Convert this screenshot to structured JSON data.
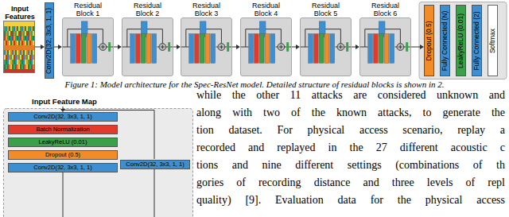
{
  "diagram": {
    "caption": "Figure 1: Model architecture for the Spec-ResNet model. Detailed structure of residual blocks is shown in 2.",
    "nodes": [
      {
        "text": [
          "Input Features"
        ]
      },
      {
        "text": [
          "Conv2D(32, 3x3, 1, 1)"
        ]
      },
      {
        "text": [
          "Residual Block 1"
        ]
      },
      {
        "text": [
          "Residual Block 2"
        ]
      },
      {
        "text": [
          "Residual Block 3"
        ]
      },
      {
        "text": [
          "Residual Block 4"
        ]
      },
      {
        "text": [
          "Residual Block 5"
        ]
      },
      {
        "text": [
          "Residual Block 6"
        ]
      },
      {
        "text": [
          "Dropout (0.5)"
        ]
      },
      {
        "text": [
          "Fully Connected (N)"
        ]
      },
      {
        "text": [
          "LeakyReLU (0.01)"
        ]
      },
      {
        "text": [
          "Fully Connected (2)"
        ]
      },
      {
        "text": [
          "Softmax"
        ]
      },
      {
        "text": [
          "Conv2D(32, 3x3, 1, 1)"
        ]
      },
      {
        "text": [
          "Batch Normalization"
        ]
      },
      {
        "text": [
          "LeakyReLU (0.01)"
        ]
      },
      {
        "text": [
          "Dropout (0.5)"
        ]
      },
      {
        "text": [
          "Conv2D(32, 3x3, 1, 1)"
        ]
      },
      {
        "text": [
          "Conv2D(32, 3x3, 1, 1)"
        ]
      }
    ],
    "edges": [
      {
        "from": 0,
        "to": 1,
        "arrow": "to"
      },
      {
        "from": 1,
        "to": 2,
        "arrow": "to"
      },
      {
        "from": 2,
        "to": 3,
        "arrow": "to"
      },
      {
        "from": 3,
        "to": 4,
        "arrow": "to"
      },
      {
        "from": 4,
        "to": 5,
        "arrow": "to"
      },
      {
        "from": 5,
        "to": 6,
        "arrow": "to"
      },
      {
        "from": 6,
        "to": 7,
        "arrow": "to"
      },
      {
        "from": 7,
        "to": 8,
        "arrow": "to"
      }
    ],
    "labels": [
      "Input Feature Map",
      "while the other 11 attacks are considered unknown and",
      "along with two of the known attacks, to generate the",
      "tion dataset. For physical access scenario, replay a",
      "recorded and replayed in the 27 different acoustic c",
      "tions and nine different settings (combinations of th",
      "gories of recording distance and three levels of repl",
      "quality) [9]. Evaluation data for the physical access"
    ]
  }
}
